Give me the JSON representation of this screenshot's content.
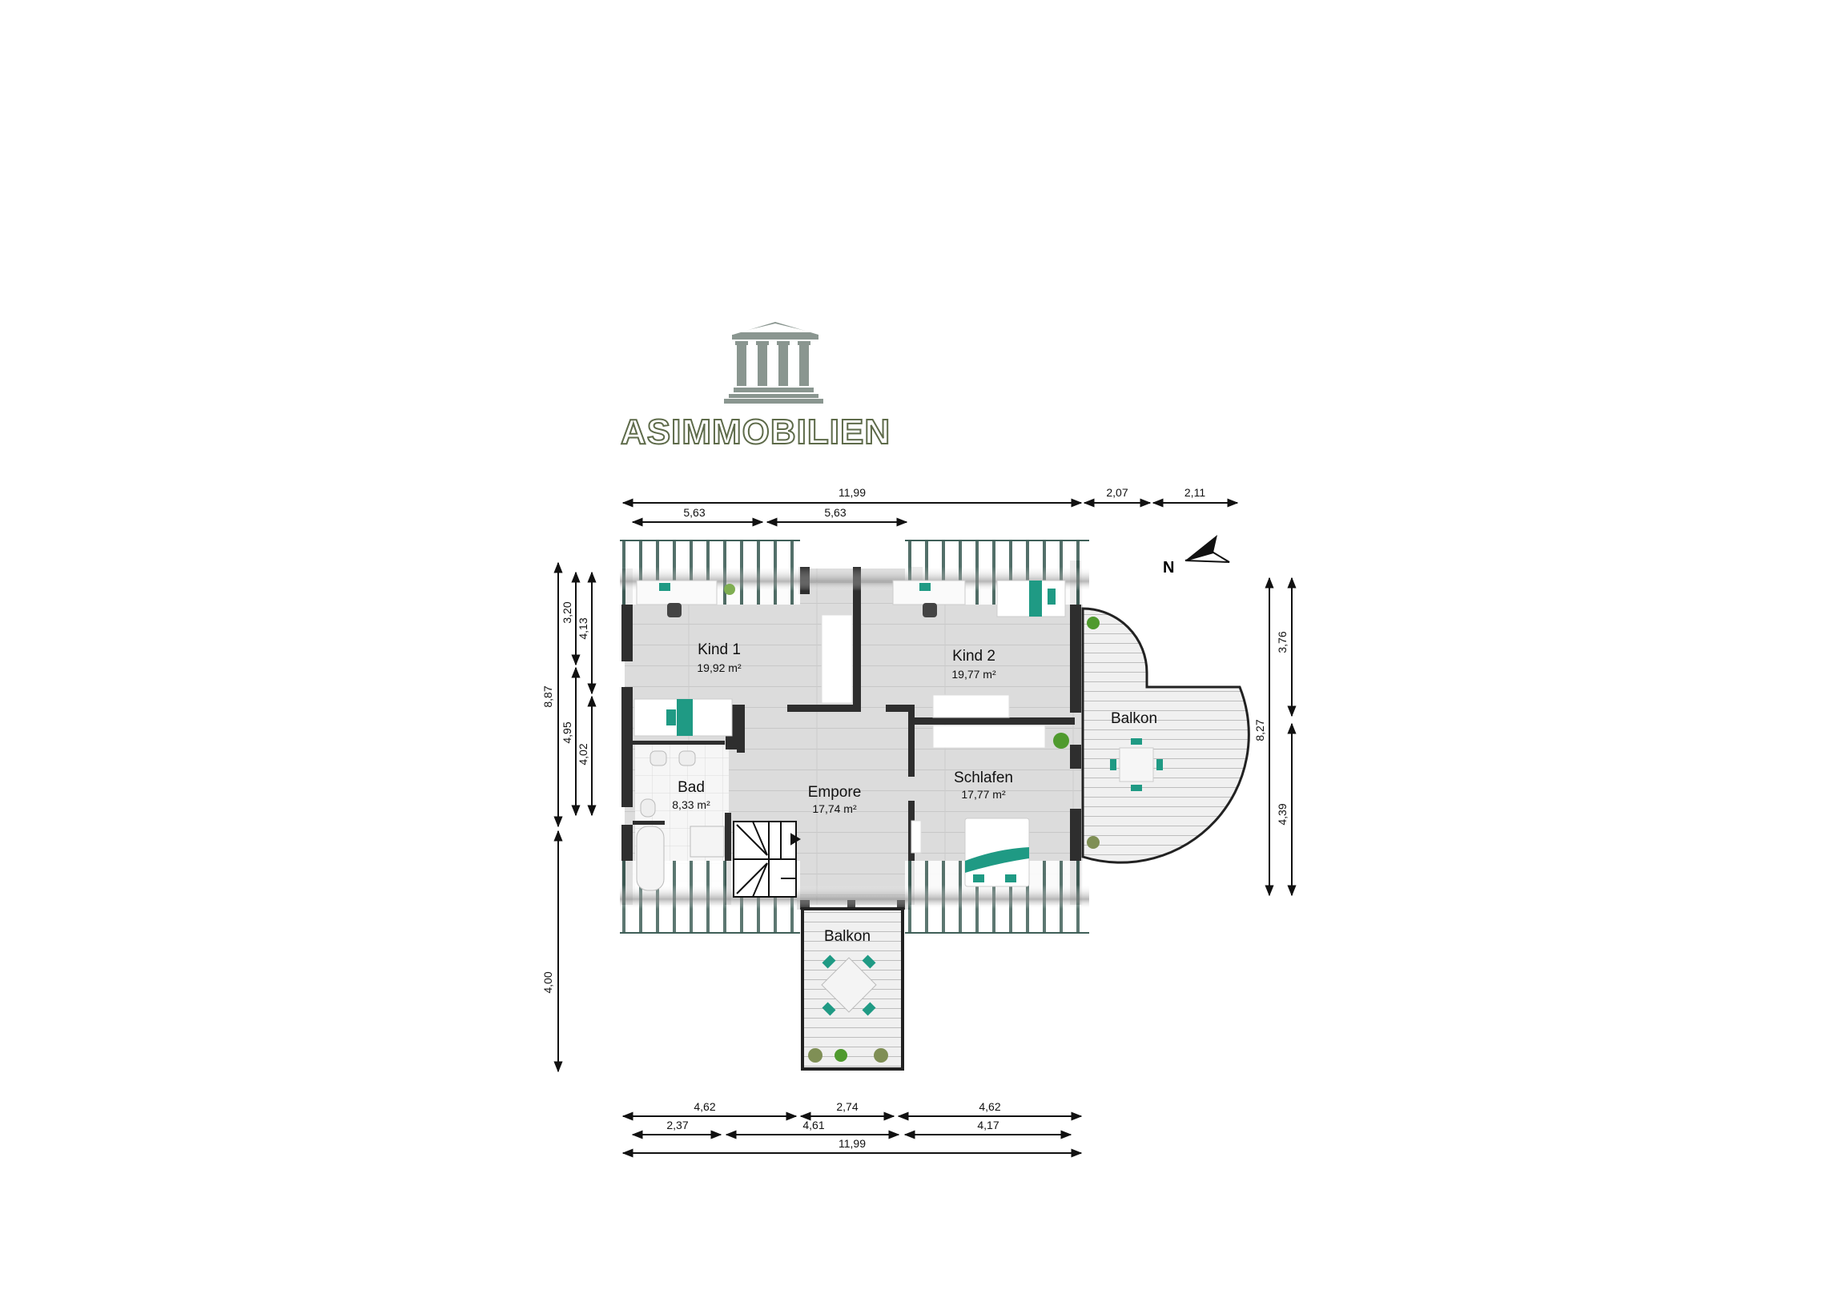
{
  "logo": {
    "brand_name": "ASIMMOBILIEN",
    "icon": "greek-temple-icon",
    "colors": {
      "icon": "#8a9690",
      "text": "#5e6b4a"
    }
  },
  "compass": {
    "label": "N",
    "icon": "north-arrow-icon"
  },
  "rooms": [
    {
      "id": "kind1",
      "name": "Kind 1",
      "area": "19,92 m²"
    },
    {
      "id": "kind2",
      "name": "Kind 2",
      "area": "19,77 m²"
    },
    {
      "id": "bad",
      "name": "Bad",
      "area": "8,33 m²"
    },
    {
      "id": "empore",
      "name": "Empore",
      "area": "17,74 m²"
    },
    {
      "id": "schlafen",
      "name": "Schlafen",
      "area": "17,77 m²"
    },
    {
      "id": "balkon_east",
      "name": "Balkon",
      "area": ""
    },
    {
      "id": "balkon_south",
      "name": "Balkon",
      "area": ""
    }
  ],
  "dimensions": {
    "top": {
      "total": "11,99",
      "right_1": "2,07",
      "right_2": "2,11",
      "left_half": "5,63",
      "right_half": "5,63"
    },
    "left": {
      "total_house": "8,87",
      "balcony": "4,00",
      "outer_upper": "3,20",
      "outer_lower": "4,95",
      "inner_upper": "4,13",
      "inner_lower": "4,02"
    },
    "right": {
      "total": "8,27",
      "upper": "3,76",
      "lower": "4,39"
    },
    "bottom": {
      "row1": [
        "4,62",
        "2,74",
        "4,62"
      ],
      "row2": [
        "2,37",
        "4,61",
        "4,17"
      ],
      "total": "11,99"
    }
  },
  "colors": {
    "wall": "#2e2e2e",
    "floor": "#dedede",
    "tile": "#f2f2f2",
    "slat": "#3f5f58",
    "accent": "#1f9a84",
    "deck": "#ececec",
    "plant": "#4f9a2e"
  }
}
